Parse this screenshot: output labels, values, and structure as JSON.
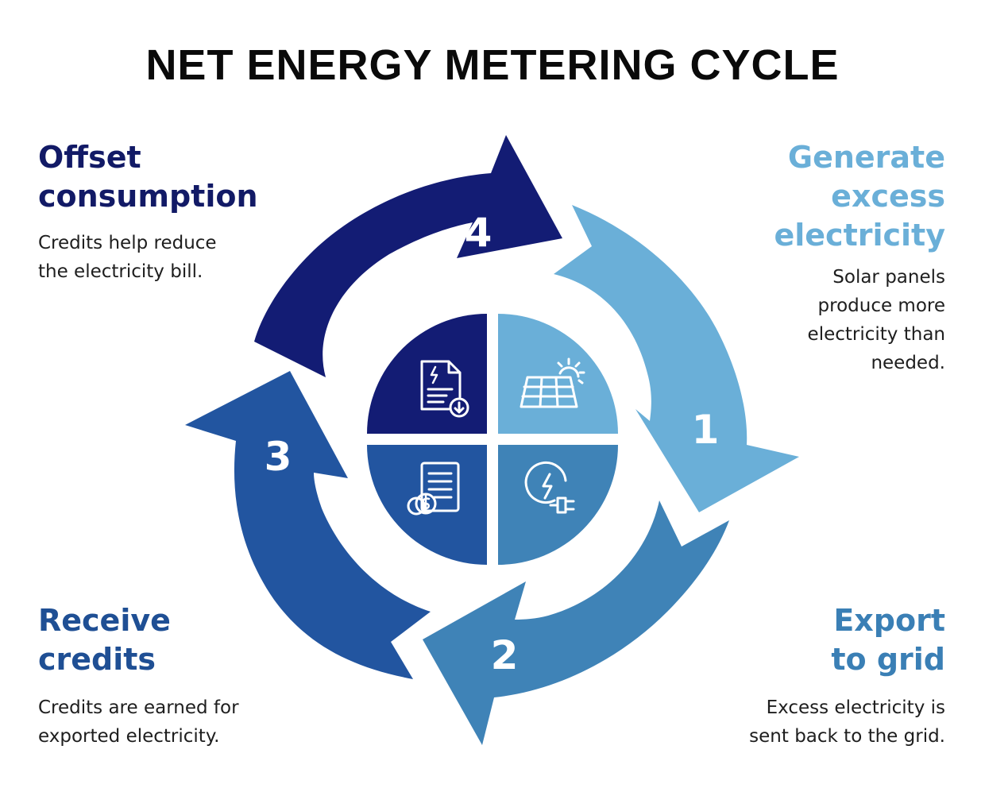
{
  "title": "NET ENERGY METERING CYCLE",
  "colors": {
    "step1": "#6aafd8",
    "step2": "#3f83b7",
    "step3": "#2255a0",
    "step4": "#131c74",
    "quad1": "#6aafd8",
    "quad2": "#3f83b7",
    "quad3": "#2255a0",
    "quad4": "#131c74"
  },
  "steps": [
    {
      "number": "1",
      "title": "Generate\nexcess\nelectricity",
      "description": "Solar panels\nproduce more\nelectricity than\nneeded.",
      "icon": "solar-panel-sun-icon"
    },
    {
      "number": "2",
      "title": "Export\nto grid",
      "description": "Excess electricity is\nsent back to the grid.",
      "icon": "electric-plug-icon"
    },
    {
      "number": "3",
      "title": "Receive\ncredits",
      "description": "Credits are earned for\nexported electricity.",
      "icon": "document-coins-icon"
    },
    {
      "number": "4",
      "title": "Offset\nconsumption",
      "description": "Credits help reduce\nthe electricity bill.",
      "icon": "electricity-bill-download-icon"
    }
  ]
}
